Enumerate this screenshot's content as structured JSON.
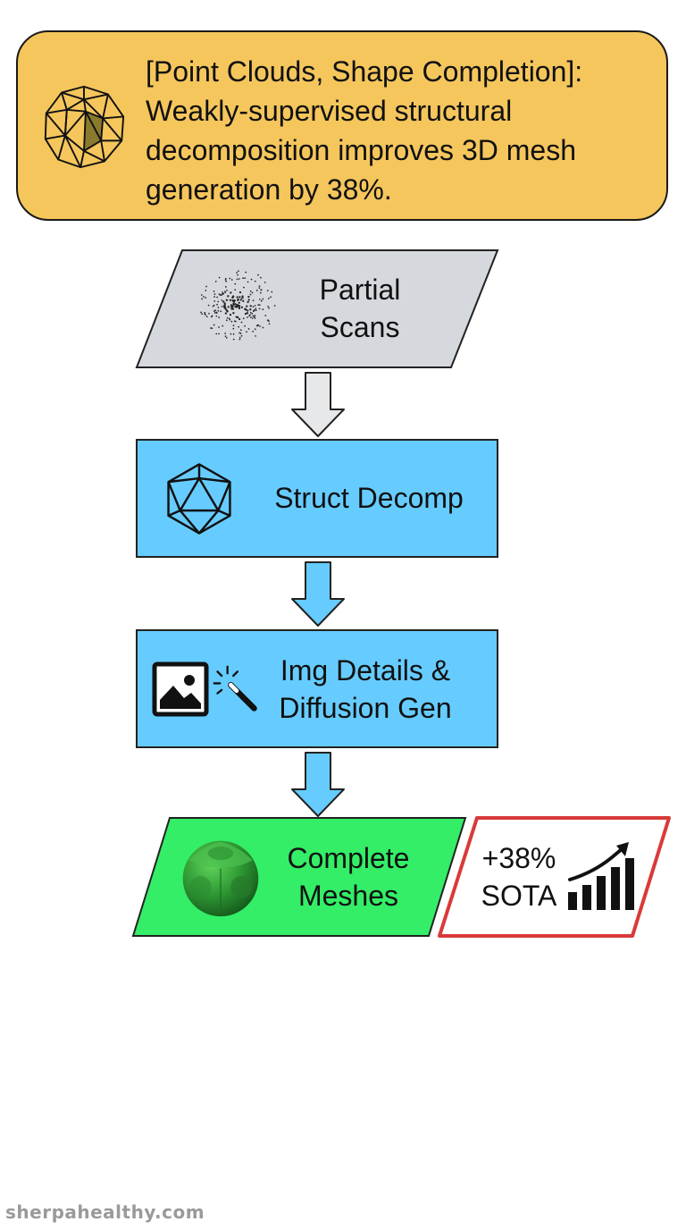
{
  "header": {
    "lines": [
      "[Point Clouds, Shape Completion]:",
      "Weakly-supervised structural",
      "decomposition improves 3D mesh",
      "generation by 38%."
    ],
    "icon": "geodesic-sphere-icon",
    "fill": "#f5c65c"
  },
  "steps": {
    "partial_scans": {
      "lines": [
        "Partial",
        "Scans"
      ],
      "icon": "point-cloud-icon",
      "fill": "#d5d8dd"
    },
    "struct_decomp": {
      "label": "Struct Decomp",
      "icon": "icosahedron-wireframe-icon",
      "fill": "#66ccff"
    },
    "img_details": {
      "lines": [
        "Img Details &",
        "Diffusion Gen"
      ],
      "icons": [
        "image-icon",
        "magic-wand-icon"
      ],
      "fill": "#66ccff"
    },
    "complete_meshes": {
      "lines": [
        "Complete",
        "Meshes"
      ],
      "icon": "rounded-cube-icon",
      "fill": "#33ee66"
    }
  },
  "result": {
    "lines": [
      "+38%",
      "SOTA"
    ],
    "icon": "growth-bar-chart-icon",
    "border": "#d93a3a"
  },
  "watermark": "sherpahealthy.com"
}
